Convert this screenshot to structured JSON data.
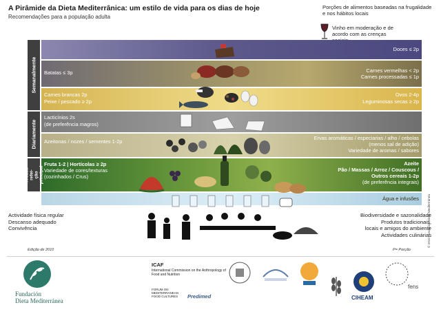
{
  "header": {
    "title": "A Pirâmide da Dieta Mediterrânica: um estilo de vida para os dias de hoje",
    "subtitle": "Recomendações para a população adulta",
    "note_portions": "Porções de alimentos baseadas na frugalidade e nos hábitos locais",
    "note_wine": "Vinho em moderação e de acordo com as crenças sociais"
  },
  "sections": {
    "weekly": "Semanalmente",
    "daily": "Diariamente",
    "each_meal": "A cada refei-\nção principal"
  },
  "bands": {
    "sweets_right": "Doces ≤ 2p",
    "potatoes_left": "Batatas ≤ 3p",
    "meat_right1": "Carnes vermelhas < 2p",
    "meat_right2": "Carnes processadas ≤ 1p",
    "white_meat_left1": "Carnes brancas 2p",
    "white_meat_left2": "Peixe / pescado ≥ 2p",
    "eggs_right1": "Ovos 2-4p",
    "eggs_right2": "Leguminosas secas ≥ 2p",
    "dairy_left1": "Lacticínios 2s",
    "dairy_left2": "(de preferência magros)",
    "olives_left": "Azeitonas / nozes / sementes 1-2p",
    "herbs_right1": "Ervas aromáticas / especiarias / alho / cebolas",
    "herbs_right2": "(menos sal de adição)",
    "herbs_right3": "Variedade de aromas / sabores",
    "fruit_left1": "Fruta 1-2 | Hortícolas ≥ 2p",
    "fruit_left2": "Variedade de cores/texturas",
    "fruit_left3": "(cozinhados / Crus)",
    "oil_right1": "Azeite",
    "oil_right2": "Pão / Massas / Arroz / Couscous /",
    "oil_right3": "Outros cereais 1-2p",
    "oil_right4": "(de preferência integrais)",
    "water_right": "Água e infusões"
  },
  "lifestyle_left": [
    "Actividade física regular",
    "Descanso adequado",
    "Convivência"
  ],
  "lifestyle_right": [
    "Biodiversidade e sazonalidade",
    "Produtos tradicionais,",
    "locais e amigos do ambiente",
    "Actividades culinárias"
  ],
  "footer": {
    "edition": "Edição de 2010",
    "portion_note": "P= Porção",
    "copyright": "© 2010 Fundación Dieta Mediterránea",
    "foundation_line1": "Fundación",
    "foundation_line2": "Dieta Mediterránea",
    "icaf": "ICAF",
    "icaf_text": "International Commission on the Anthropology of Food and Nutrition",
    "forum": "FORUM ON MEDITERRANEAN FOOD CULTURES",
    "predimed": "Predimed",
    "ciheam": "CIHEAM",
    "fens": "fens"
  }
}
